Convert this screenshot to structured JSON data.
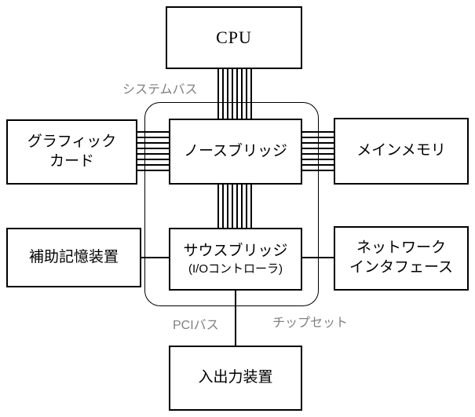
{
  "diagram_title": "computer-architecture-block-diagram",
  "nodes": {
    "cpu": {
      "label": "CPU"
    },
    "north_bridge": {
      "label": "ノースブリッジ"
    },
    "south_bridge": {
      "label": "サウスブリッジ",
      "sublabel": "(I/Oコントローラ)"
    },
    "graphics_card": {
      "line1": "グラフィック",
      "line2": "カード"
    },
    "main_memory": {
      "label": "メインメモリ"
    },
    "auxiliary_storage": {
      "label": "補助記憶装置"
    },
    "network_interface": {
      "line1": "ネットワーク",
      "line2": "インタフェース"
    },
    "io_device": {
      "label": "入出力装置"
    }
  },
  "labels": {
    "system_bus": "システムバス",
    "pci_bus": "PCIバス",
    "chipset": "チップセット"
  },
  "colors": {
    "line": "#000000",
    "box_border": "#000000",
    "bus_label_text": "#808080",
    "background": "#ffffff"
  },
  "connections": [
    {
      "from": "cpu",
      "to": "north_bridge",
      "style": "multi-line-bus",
      "label": "システムバス"
    },
    {
      "from": "graphics_card",
      "to": "north_bridge",
      "style": "multi-line-bus"
    },
    {
      "from": "north_bridge",
      "to": "main_memory",
      "style": "multi-line-bus"
    },
    {
      "from": "north_bridge",
      "to": "south_bridge",
      "style": "multi-line-bus"
    },
    {
      "from": "auxiliary_storage",
      "to": "south_bridge",
      "style": "single-line"
    },
    {
      "from": "south_bridge",
      "to": "network_interface",
      "style": "single-line"
    },
    {
      "from": "south_bridge",
      "to": "io_device",
      "style": "single-line",
      "label": "PCIバス"
    },
    {
      "group": [
        "north_bridge",
        "south_bridge"
      ],
      "style": "rounded-outline",
      "label": "チップセット"
    }
  ]
}
